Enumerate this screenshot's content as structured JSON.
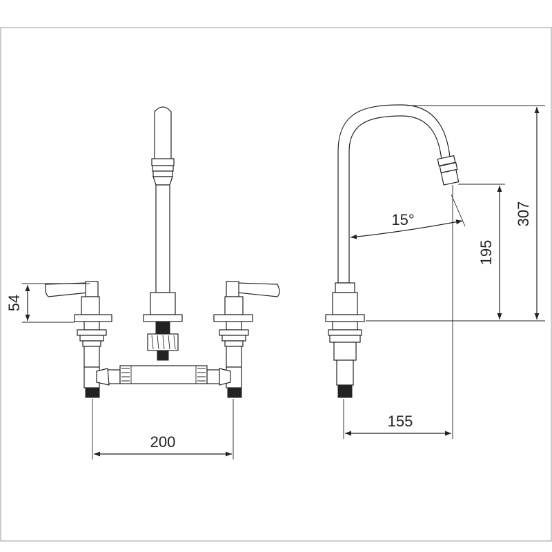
{
  "drawing": {
    "dimensions": {
      "handle_height": "54",
      "spread": "200",
      "reach": "155",
      "aerator_height": "195",
      "total_height": "307",
      "angle": "15°"
    },
    "colors": {
      "line": "#222222",
      "background": "#ffffff",
      "frame": "#999999"
    }
  }
}
